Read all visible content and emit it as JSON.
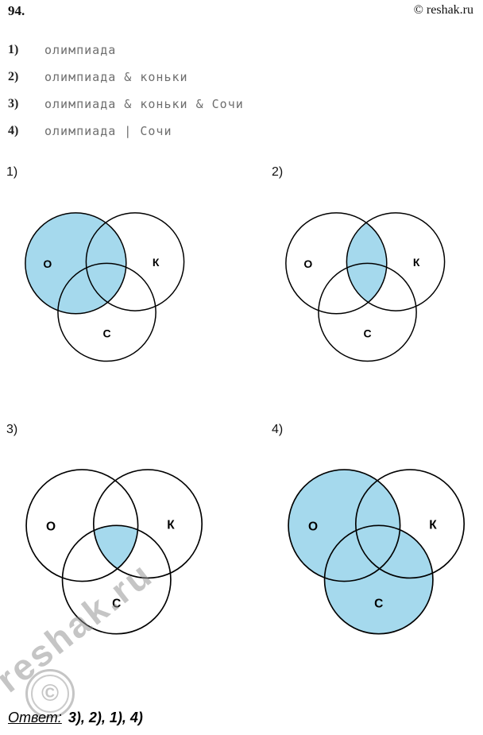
{
  "header": {
    "problem_number": "94.",
    "copyright": "© reshak.ru"
  },
  "queries": [
    {
      "num": "1)",
      "text": "олимпиада"
    },
    {
      "num": "2)",
      "text": "олимпиада & коньки"
    },
    {
      "num": "3)",
      "text": "олимпиада & коньки & Сочи"
    },
    {
      "num": "4)",
      "text": "олимпиада | Сочи"
    }
  ],
  "circle_labels": {
    "O": "О",
    "K": "К",
    "C": "С"
  },
  "diagrams": [
    {
      "label": "1)",
      "query": "олимпиада",
      "shaded_regions": [
        "O"
      ],
      "shaded_description": "весь круг О"
    },
    {
      "label": "2)",
      "query": "олимпиада & коньки",
      "shaded_regions": [
        "OK"
      ],
      "shaded_description": "пересечение О и К"
    },
    {
      "label": "3)",
      "query": "олимпиада & коньки & Сочи",
      "shaded_regions": [
        "OKC"
      ],
      "shaded_description": "пересечение О, К и С"
    },
    {
      "label": "4)",
      "query": "олимпиада | Сочи",
      "shaded_regions": [
        "O",
        "C"
      ],
      "shaded_description": "объединение О и С"
    }
  ],
  "answer": {
    "label": "Ответ:",
    "value": "3), 2), 1), 4)"
  },
  "watermark": {
    "text": "reshak.ru",
    "symbol": "©"
  },
  "colors": {
    "shade": "#a5d9ed",
    "stroke": "#000000"
  }
}
